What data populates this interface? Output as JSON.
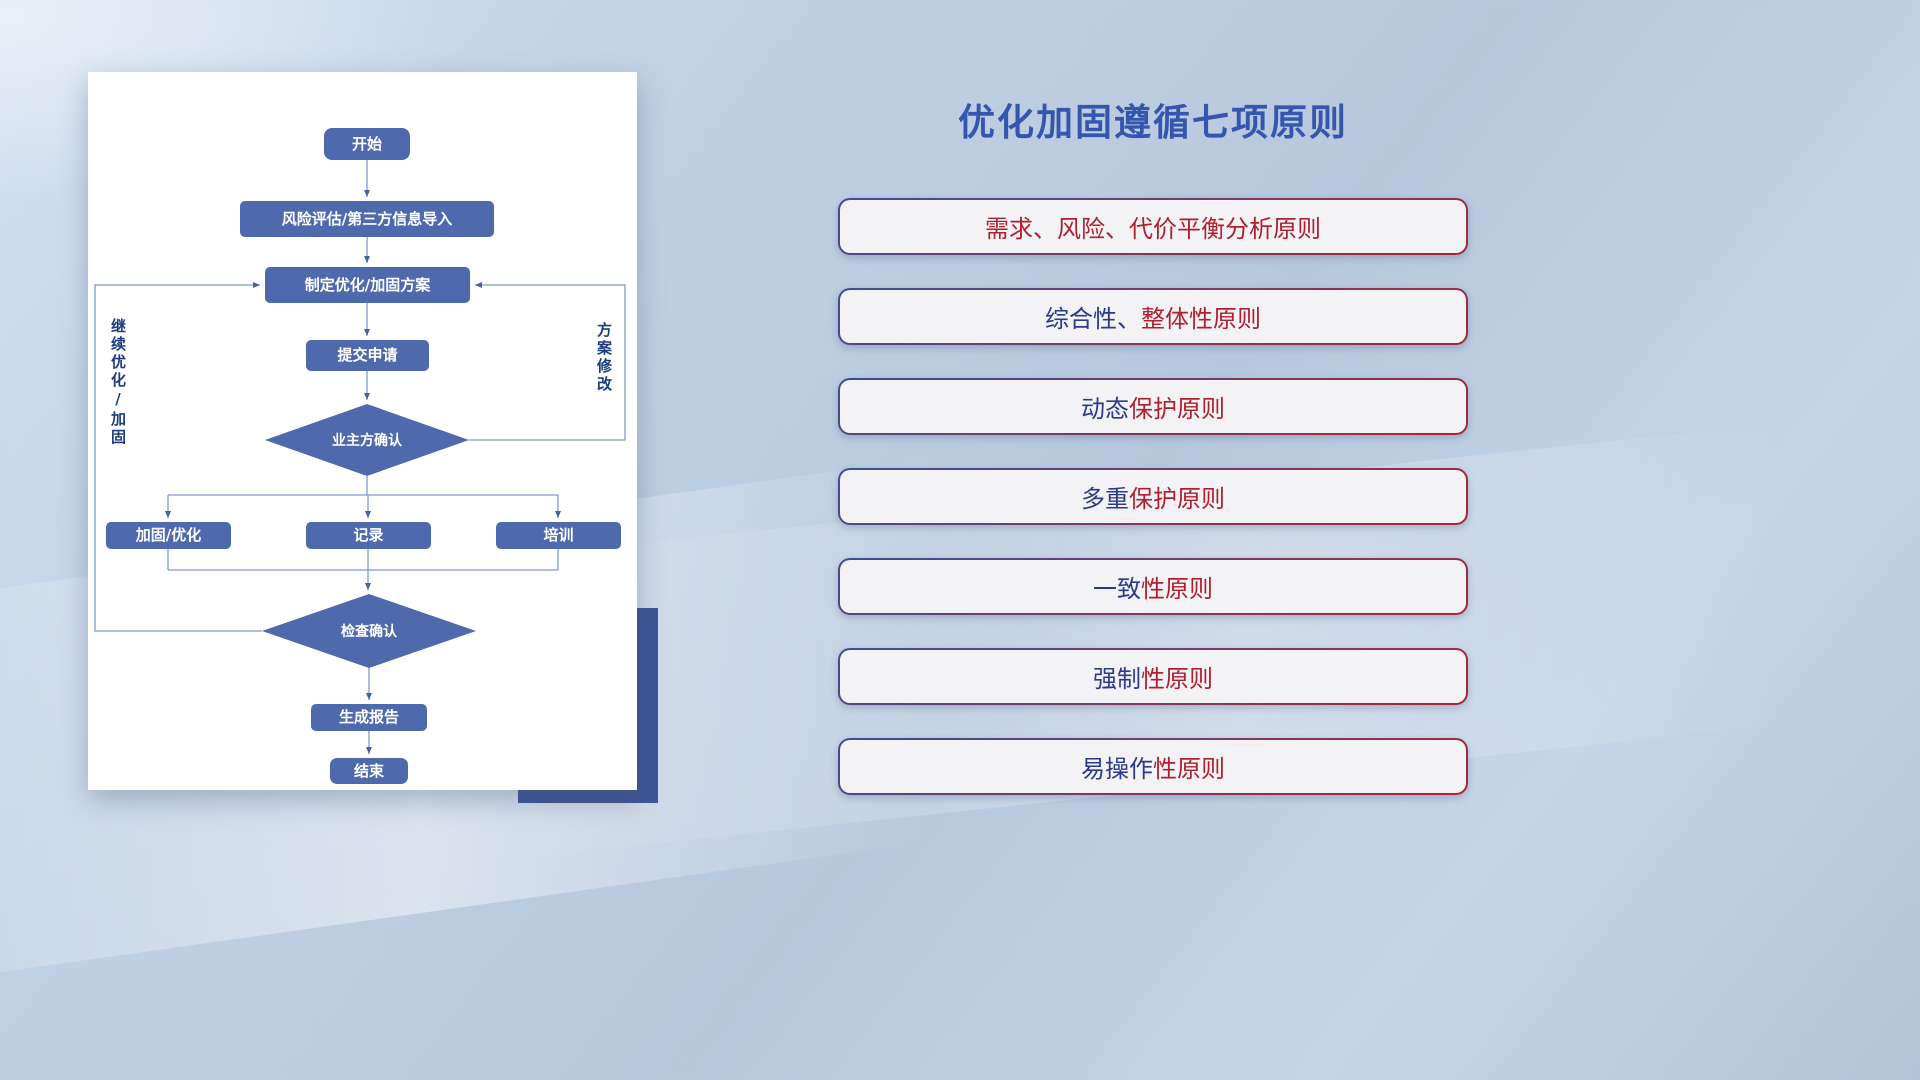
{
  "panel": {
    "title": "优化加固遵循七项原则"
  },
  "flowchart": {
    "nodes": {
      "start": "开始",
      "risk_import": "风险评估/第三方信息导入",
      "make_plan": "制定优化/加固方案",
      "submit": "提交申请",
      "owner_confirm": "业主方确认",
      "harden": "加固/优化",
      "record": "记录",
      "train": "培训",
      "check_confirm": "检查确认",
      "report": "生成报告",
      "end": "结束"
    },
    "edge_labels": {
      "continue_loop": "继续优化/加固",
      "plan_revision": "方案修改"
    }
  },
  "principles": [
    {
      "prefix": "",
      "highlight": "需求、风险、代价平衡分析原则"
    },
    {
      "prefix": "综合性、",
      "highlight": "整体性原则"
    },
    {
      "prefix": "动态",
      "highlight": "保护原则"
    },
    {
      "prefix": "多重",
      "highlight": "保护原则"
    },
    {
      "prefix": "一致",
      "highlight": "性原则"
    },
    {
      "prefix": "强制",
      "highlight": "性原则"
    },
    {
      "prefix": "易操作",
      "highlight": "性原则"
    }
  ],
  "colors": {
    "title_blue": "#3456ae",
    "node_blue": "#4e6aad",
    "connector_blue": "#7d9bcc",
    "text_navy": "#2b3a8c",
    "text_red": "#b01f30",
    "shadow_block_navy": "#3f5494"
  }
}
